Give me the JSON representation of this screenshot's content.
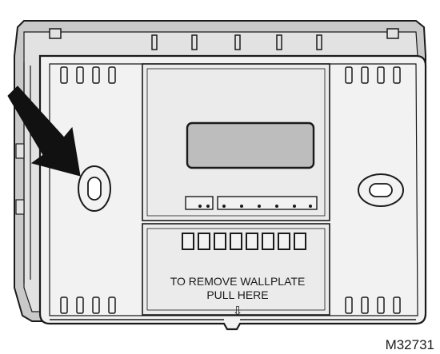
{
  "figure": {
    "instruction_line1": "TO REMOVE WALLPLATE",
    "instruction_line2": "PULL HERE",
    "pull_arrow_glyph": "⇩",
    "figure_id": "M32731",
    "pointer_arrow_icon": "arrow-pointer-icon",
    "colors": {
      "outline": "#1a1a1a",
      "wallplate_fill": "#c9c9c9",
      "wallplate_inner": "#e2e2e2",
      "housing_fill": "#f2f2f2",
      "panel_fill": "#ebebeb",
      "display_fill": "#bdbdbd",
      "background": "#ffffff"
    }
  }
}
